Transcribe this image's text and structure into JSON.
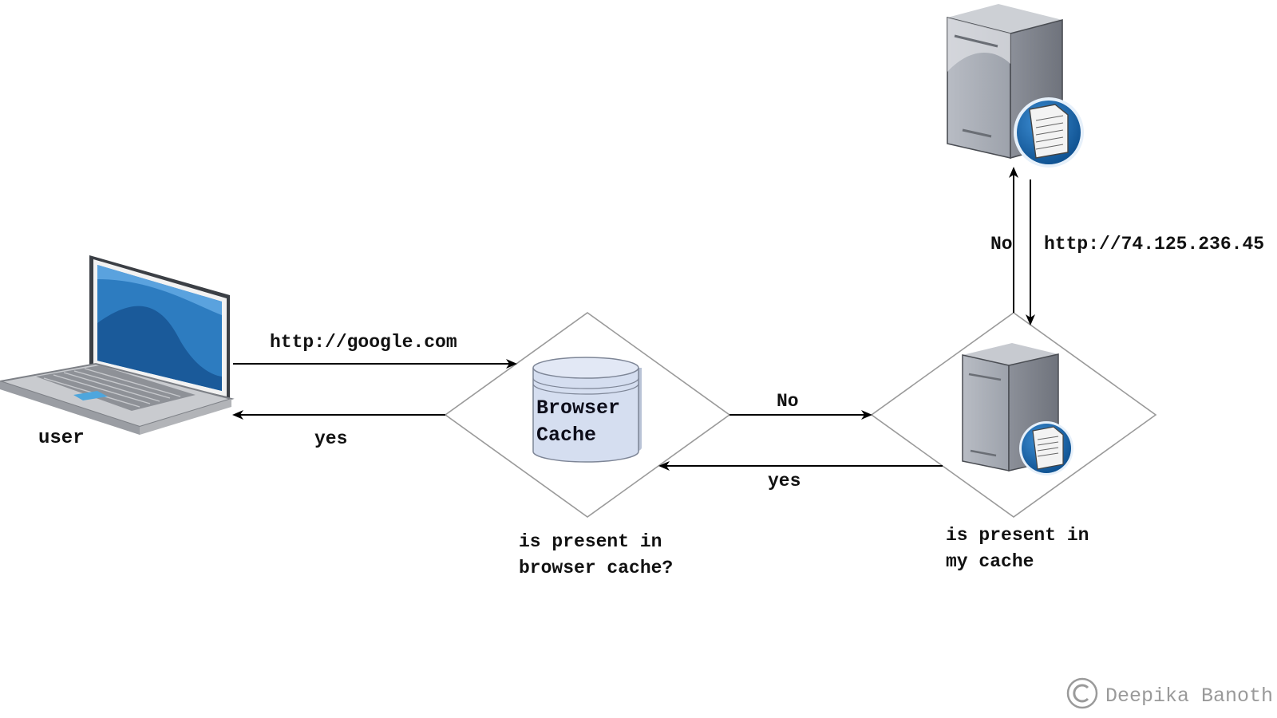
{
  "nodes": {
    "user": "user",
    "browser_cache": [
      "Browser",
      "Cache"
    ],
    "browser_decision": "is present in\nbrowser cache?",
    "proxy_decision": "is present in\nmy cache"
  },
  "edges": {
    "request_url": "http://google.com",
    "browser_yes": "yes",
    "browser_no": "No",
    "proxy_yes": "yes",
    "proxy_no": "No",
    "ip_url": "http://74.125.236.45"
  },
  "watermark": "Deepika Banoth",
  "colors": {
    "line": "#000000",
    "diamond": "#9a9a9a",
    "cache_fill": "#d5def0",
    "server_blue": "#1f6fb2",
    "laptop_screen": "#2d7cc0"
  }
}
